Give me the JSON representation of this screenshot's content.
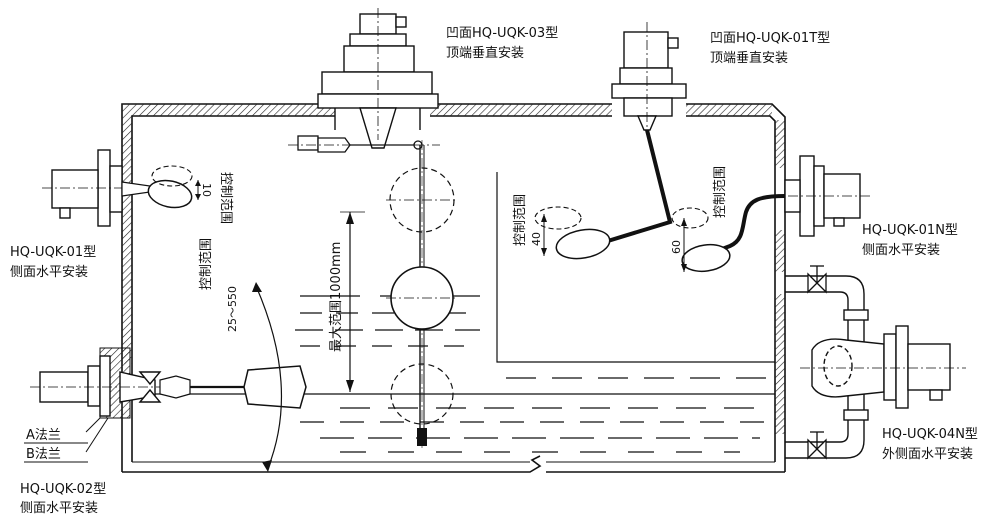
{
  "labels": {
    "top_left_model": "凹面HQ-UQK-03型",
    "top_left_mount": "顶端垂直安装",
    "top_right_model": "凹面HQ-UQK-01T型",
    "top_right_mount": "顶端垂直安装",
    "right_n_model": "HQ-UQK-01N型",
    "right_n_mount": "侧面水平安装",
    "left_01_model": "HQ-UQK-01型",
    "left_01_mount": "侧面水平安装",
    "bottom_02_model": "HQ-UQK-02型",
    "bottom_02_mount": "侧面水平安装",
    "right_04n_model": "HQ-UQK-04N型",
    "right_04n_mount": "外侧面水平安装",
    "flange_a": "A法兰",
    "flange_b": "B法兰"
  },
  "annotations": {
    "control_range": "控制范围",
    "max_range": "最大范围1000mm",
    "dim_10": "10",
    "dim_40": "40",
    "dim_60": "60",
    "dim_25_550": "25～550"
  }
}
